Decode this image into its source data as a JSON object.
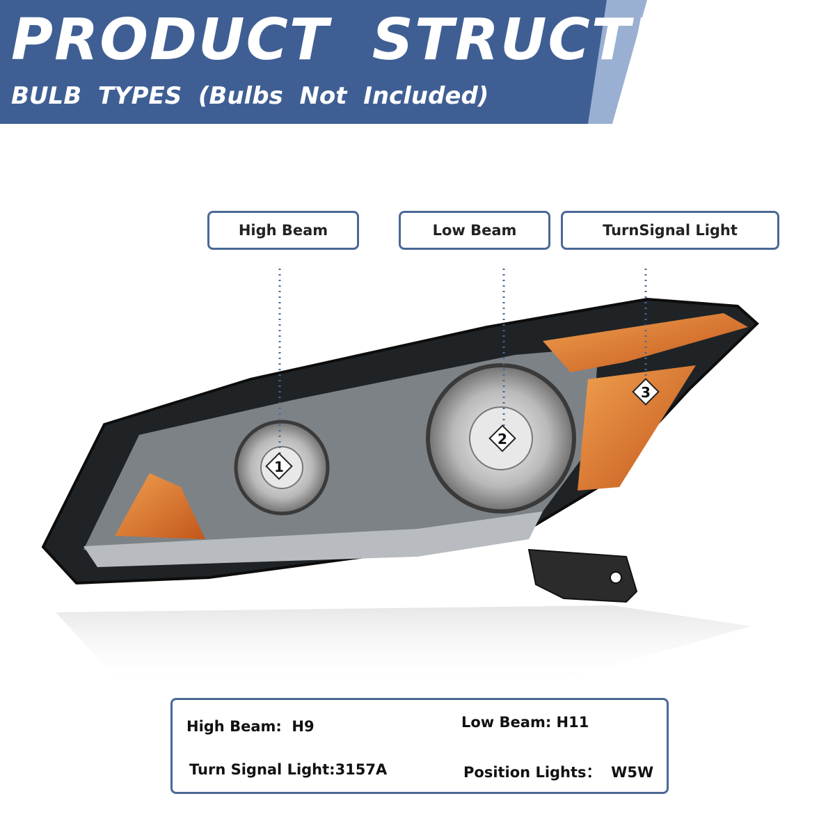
{
  "header": {
    "title": "PRODUCT  STRUCTURE",
    "subtitle": "BULB  TYPES  (Bulbs  Not  Included)"
  },
  "callouts": [
    {
      "number": "1",
      "label": "High Beam"
    },
    {
      "number": "2",
      "label": "Low Beam"
    },
    {
      "number": "3",
      "label": "TurnSignal Light"
    }
  ],
  "specs": {
    "high_beam": "High Beam:  H9",
    "low_beam": "Low Beam: H11",
    "turn_signal": "Turn Signal Light:3157A",
    "position_lights": "Position Lights：  W5W"
  },
  "colors": {
    "banner_dark": "#3f5f94",
    "banner_light": "#9ab0d2",
    "callout_border": "#4a6896",
    "amber": "#d2691e"
  },
  "icons": {
    "product": "headlight-assembly-image",
    "markers": "diamond-number-marker"
  }
}
